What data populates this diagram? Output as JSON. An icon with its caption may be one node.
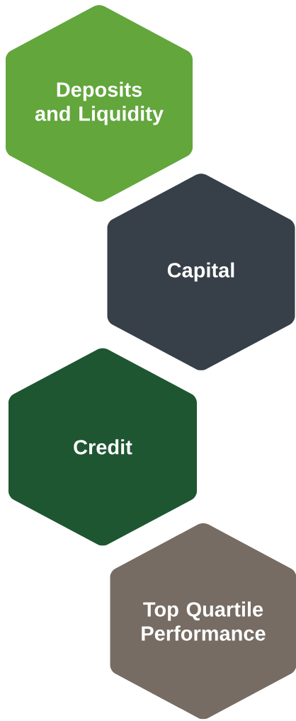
{
  "diagram": {
    "nodes": [
      {
        "text": [
          "Deposits and Liquidity"
        ]
      },
      {
        "text": [
          "Capital"
        ]
      },
      {
        "text": [
          "Credit"
        ]
      },
      {
        "text": [
          "Top Quartile Performance"
        ]
      }
    ]
  }
}
